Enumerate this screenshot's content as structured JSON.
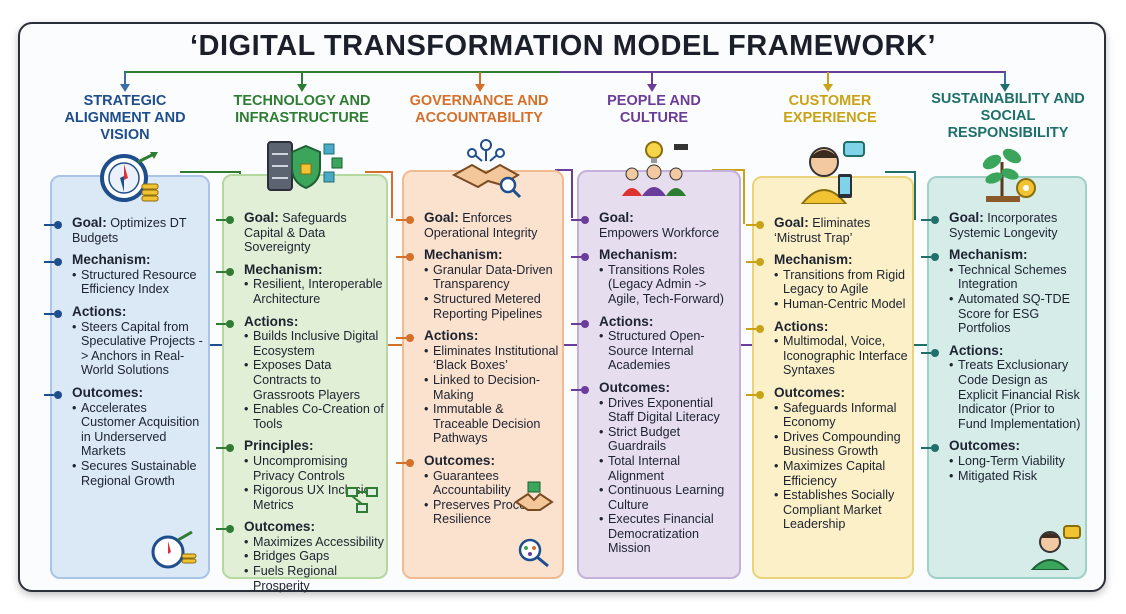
{
  "title": "‘DIGITAL TRANSFORMATION MODEL FRAMEWORK’",
  "colors": {
    "blue": "#1f4e8c",
    "green": "#2e7d32",
    "orange": "#d4702a",
    "purple": "#6a3d9a",
    "yellow": "#c9a317",
    "teal": "#1f6f6a"
  },
  "columns": [
    {
      "title": "STRATEGIC ALIGNMENT AND VISION",
      "icon": "compass-coins-icon",
      "goal_label": "Goal:",
      "goal": "Optimizes DT Budgets",
      "mechanism_label": "Mechanism:",
      "mechanism": [
        "Structured Resource Efficiency Index"
      ],
      "actions_label": "Actions:",
      "actions": [
        "Steers Capital from Speculative Projects -> Anchors in Real-World Solutions"
      ],
      "outcomes_label": "Outcomes:",
      "outcomes": [
        "Accelerates Customer Acquisition in Underserved Markets",
        "Secures Sustainable Regional Growth"
      ]
    },
    {
      "title": "TECHNOLOGY AND INFRASTRUCTURE",
      "icon": "server-shield-icon",
      "goal_label": "Goal:",
      "goal": "Safeguards Capital & Data Sovereignty",
      "mechanism_label": "Mechanism:",
      "mechanism": [
        "Resilient, Interoperable Architecture"
      ],
      "actions_label": "Actions:",
      "actions": [
        "Builds Inclusive Digital Ecosystem",
        "Exposes Data Contracts to Grassroots Players",
        "Enables Co-Creation of Tools"
      ],
      "principles_label": "Principles:",
      "principles": [
        "Uncompromising Privacy Controls",
        "Rigorous UX Inclusion Metrics"
      ],
      "outcomes_label": "Outcomes:",
      "outcomes": [
        "Maximizes Accessibility",
        "Bridges Gaps",
        "Fuels Regional Prosperity"
      ]
    },
    {
      "title": "GOVERNANCE AND ACCOUNTABILITY",
      "icon": "handshake-network-icon",
      "goal_label": "Goal:",
      "goal": "Enforces Operational Integrity",
      "mechanism_label": "Mechanism:",
      "mechanism": [
        "Granular Data-Driven Transparency",
        "Structured Metered Reporting Pipelines"
      ],
      "actions_label": "Actions:",
      "actions": [
        "Eliminates Institutional ‘Black Boxes’",
        "Linked to Decision-Making",
        "Immutable & Traceable Decision Pathways"
      ],
      "outcomes_label": "Outcomes:",
      "outcomes": [
        "Guarantees Accountability",
        "Preserves Process Resilience"
      ]
    },
    {
      "title": "PEOPLE AND CULTURE",
      "icon": "people-lightbulb-icon",
      "goal_label": "Goal:",
      "goal": "Empowers Workforce",
      "mechanism_label": "Mechanism:",
      "mechanism": [
        "Transitions Roles (Legacy Admin -> Agile, Tech-Forward)"
      ],
      "actions_label": "Actions:",
      "actions": [
        "Structured Open-Source Internal Academies"
      ],
      "outcomes_label": "Outcomes:",
      "outcomes": [
        "Drives Exponential Staff Digital Literacy",
        "Strict Budget Guardrails",
        "Total Internal Alignment",
        "Continuous Learning Culture",
        "Executes Financial Democratization Mission"
      ]
    },
    {
      "title": "CUSTOMER EXPERIENCE",
      "icon": "customer-phone-icon",
      "goal_label": "Goal:",
      "goal": "Eliminates ‘Mistrust Trap’",
      "mechanism_label": "Mechanism:",
      "mechanism": [
        "Transitions from Rigid Legacy to Agile",
        "Human-Centric Model"
      ],
      "actions_label": "Actions:",
      "actions": [
        "Multimodal, Voice, Iconographic Interface Syntaxes"
      ],
      "outcomes_label": "Outcomes:",
      "outcomes": [
        "Safeguards Informal Economy",
        "Drives Compounding Business Growth",
        "Maximizes Capital Efficiency",
        "Establishes Socially Compliant Market Leadership"
      ]
    },
    {
      "title": "SUSTAINABILITY AND SOCIAL RESPONSIBILITY",
      "icon": "plant-gear-icon",
      "goal_label": "Goal:",
      "goal": "Incorporates Systemic Longevity",
      "mechanism_label": "Mechanism:",
      "mechanism": [
        "Technical Schemes Integration",
        "Automated SQ-TDE Score for ESG Portfolios"
      ],
      "actions_label": "Actions:",
      "actions": [
        "Treats Exclusionary Code Design as Explicit Financial Risk Indicator (Prior to Fund Implementation)"
      ],
      "outcomes_label": "Outcomes:",
      "outcomes": [
        "Long-Term Viability",
        "Mitigated Risk"
      ]
    }
  ]
}
